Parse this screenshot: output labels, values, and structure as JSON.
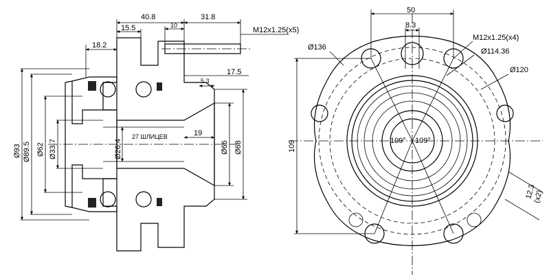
{
  "side_view": {
    "dims_top": {
      "d408": "40.8",
      "d318": "31.8",
      "d155": "15.5",
      "d10": "10",
      "d182": "18.2"
    },
    "bolt_thread": "M12x1.25(x5)",
    "d175": "17.5",
    "d53": "5.3",
    "spline_label": "27 ШЛИЦЕВ",
    "d19": "19",
    "diam_left": {
      "d93": "Ø93",
      "d895": "Ø89.5",
      "d62": "Ø62",
      "d337": "Ø33.7",
      "d264": "Ø26.4"
    },
    "diam_right": {
      "d66": "Ø66",
      "d68": "Ø68"
    }
  },
  "front_view": {
    "d50": "50",
    "d83": "8.3",
    "thread": "M12x1.25(x4)",
    "d136": "Ø136",
    "d11436": "Ø114.36",
    "d120": "Ø120",
    "d109": "109",
    "angle1": "109°",
    "angle2": "109°",
    "d123": "12.3",
    "x2": "(x2)"
  }
}
